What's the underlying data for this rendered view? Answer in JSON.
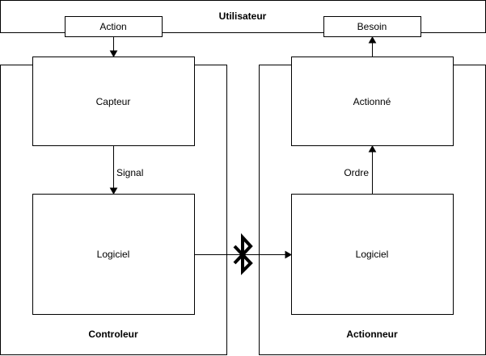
{
  "user_label": "Utilisateur",
  "action_label": "Action",
  "need_label": "Besoin",
  "controller": {
    "label": "Controleur",
    "sensor_label": "Capteur",
    "software_label": "Logiciel",
    "signal_label": "Signal"
  },
  "actuator_unit": {
    "label": "Actionneur",
    "actuator_label": "Actionné",
    "software_label": "Logiciel",
    "order_label": "Ordre"
  },
  "link_icon": "bluetooth-icon"
}
